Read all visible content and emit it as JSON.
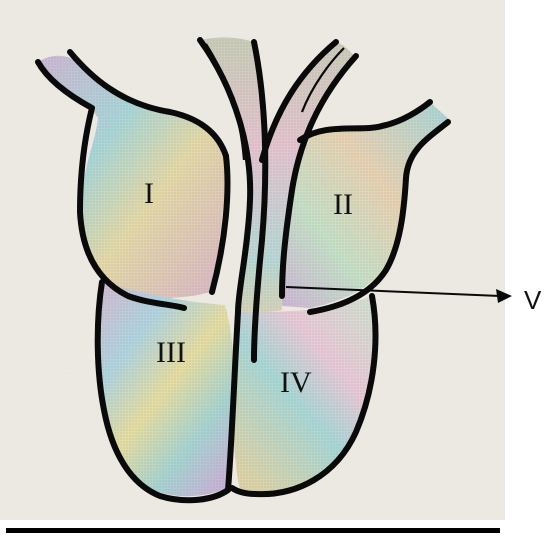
{
  "diagram": {
    "labels": {
      "chamber_1": "I",
      "chamber_2": "II",
      "chamber_3": "III",
      "chamber_4": "IV",
      "pointer": "V"
    }
  },
  "colors": {
    "page_background": "#ffffff",
    "scan_background": "#f2efe8",
    "outline": "#0a0a0a",
    "tint_pink": "#e7b7cc",
    "tint_cyan": "#9fd8d8",
    "tint_yellow": "#e6dfa0",
    "tint_lavender": "#c9b7d8",
    "base_bar": "#000000"
  }
}
